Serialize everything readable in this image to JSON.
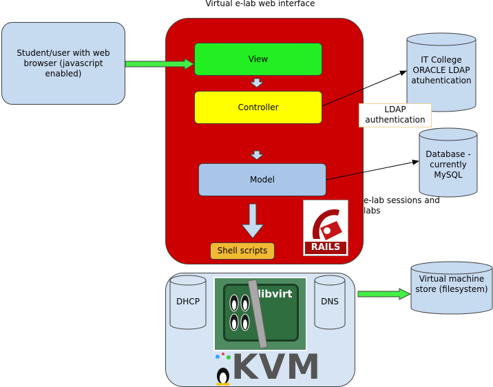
{
  "title": "Virtual e-lab web interface",
  "client": "Student/user with web browser (javascript enabled)",
  "mvc": {
    "view": "View",
    "controller": "Controller",
    "model": "Model",
    "shell": "Shell scripts"
  },
  "ldap_db": "IT College ORACLE LDAP atuhentication",
  "ldap_label": "LDAP authentication",
  "mysql_db": "Database - currently MySQL",
  "sessions_label": "e-lab sessions and labs",
  "dhcp": "DHCP",
  "dns": "DNS",
  "vm_store": "Virtual machine store (filesystem)",
  "logos": {
    "rails": "RAILS",
    "libvirt": "libvirt",
    "kvm": "KVM"
  },
  "colors": {
    "client_fill": "#c6daf0",
    "web_red": "#cc0000",
    "view": "#22ee22",
    "controller": "#ffff00",
    "model": "#a9c6e8",
    "shell": "#f2b933",
    "kvm_fill": "#d6e4f3",
    "arrow_green": "#44ee44"
  }
}
